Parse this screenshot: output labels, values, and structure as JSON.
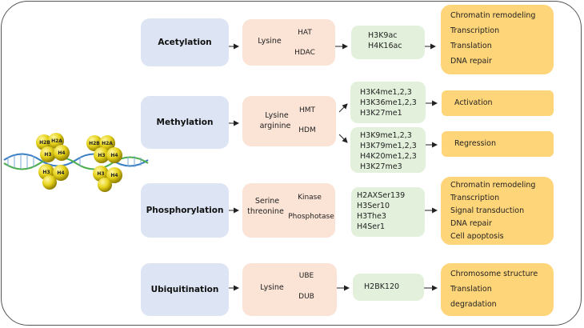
{
  "nucleosome_labels": [
    "H2B",
    "H2A",
    "H3",
    "H4",
    "H3",
    "H4"
  ],
  "rows": [
    {
      "type": "Acetylation",
      "substrate": [
        "Lysine"
      ],
      "enzyme_forward": "HAT",
      "enzyme_reverse": "HDAC",
      "marks": [
        "H3K9ac",
        "H4K16ac"
      ],
      "effects": [
        "Chromatin remodeling",
        "Transcription",
        "Translation",
        "DNA repair"
      ]
    },
    {
      "type": "Methylation",
      "substrate": [
        "Lysine",
        "arginine"
      ],
      "enzyme_forward": "HMT",
      "enzyme_reverse": "HDM",
      "marks_activation": [
        "H3K4me1,2,3",
        "H3K36me1,2,3",
        "H3K27me1"
      ],
      "effect_activation": "Activation",
      "marks_regression": [
        "H3K9me1,2,3",
        "H3K79me1,2,3",
        "H4K20me1,2,3",
        "H3K27me3"
      ],
      "effect_regression": "Regression"
    },
    {
      "type": "Phosphorylation",
      "substrate": [
        "Serine",
        "threonine"
      ],
      "enzyme_forward": "Kinase",
      "enzyme_reverse": "Phosphotase",
      "marks": [
        "H2AXSer139",
        "H3Ser10",
        "H3The3",
        "H4Ser1"
      ],
      "effects": [
        "Chromatin remodeling",
        "Transcription",
        "Signal transduction",
        "DNA repair",
        "Cell apoptosis"
      ]
    },
    {
      "type": "Ubiquitination",
      "substrate": [
        "Lysine"
      ],
      "enzyme_forward": "UBE",
      "enzyme_reverse": "DUB",
      "marks": [
        "H2BK120"
      ],
      "effects": [
        "Chromosome structure",
        "Translation",
        "degradation"
      ]
    }
  ],
  "colors": {
    "type_box": "#dde5f4",
    "enzyme_box": "#fbe3d5",
    "marks_box": "#e3f1dc",
    "effect_box": "#ffd579",
    "histone": "#e6d21a",
    "dna_blue": "#3a7fc4",
    "dna_green": "#4cae4c"
  }
}
